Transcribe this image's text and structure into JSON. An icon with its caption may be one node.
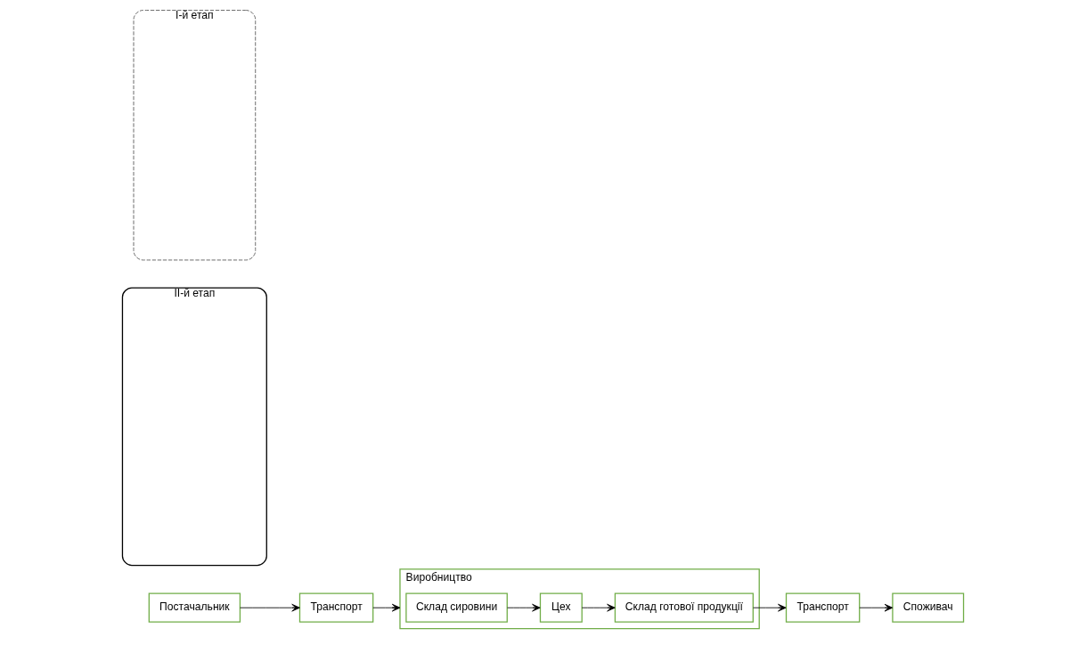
{
  "diagram": {
    "nodes": [
      {
        "text": [
          "Постачальник"
        ]
      },
      {
        "text": [
          "Транспорт"
        ]
      },
      {
        "text": [
          "Виробництво"
        ]
      },
      {
        "text": [
          "Склад сировини"
        ],
        "in": 2
      },
      {
        "text": [
          "Цех"
        ],
        "in": 2
      },
      {
        "text": [
          "Склад готової продукції"
        ],
        "in": 2
      },
      {
        "text": [
          "Транспорт"
        ]
      },
      {
        "text": [
          "Споживач"
        ]
      },
      {
        "text": [
          "ІІ-й етап"
        ]
      },
      {
        "text": [
          "І-й етап"
        ]
      }
    ],
    "edges": [
      {
        "from": 0,
        "to": 1,
        "arrow": "to"
      },
      {
        "from": 1,
        "to": 2,
        "arrow": "to"
      },
      {
        "from": 3,
        "to": 4,
        "arrow": "to"
      },
      {
        "from": 4,
        "to": 5,
        "arrow": "to"
      },
      {
        "from": 5,
        "to": 6,
        "arrow": "to"
      },
      {
        "from": 6,
        "to": 7,
        "arrow": "to"
      }
    ]
  }
}
